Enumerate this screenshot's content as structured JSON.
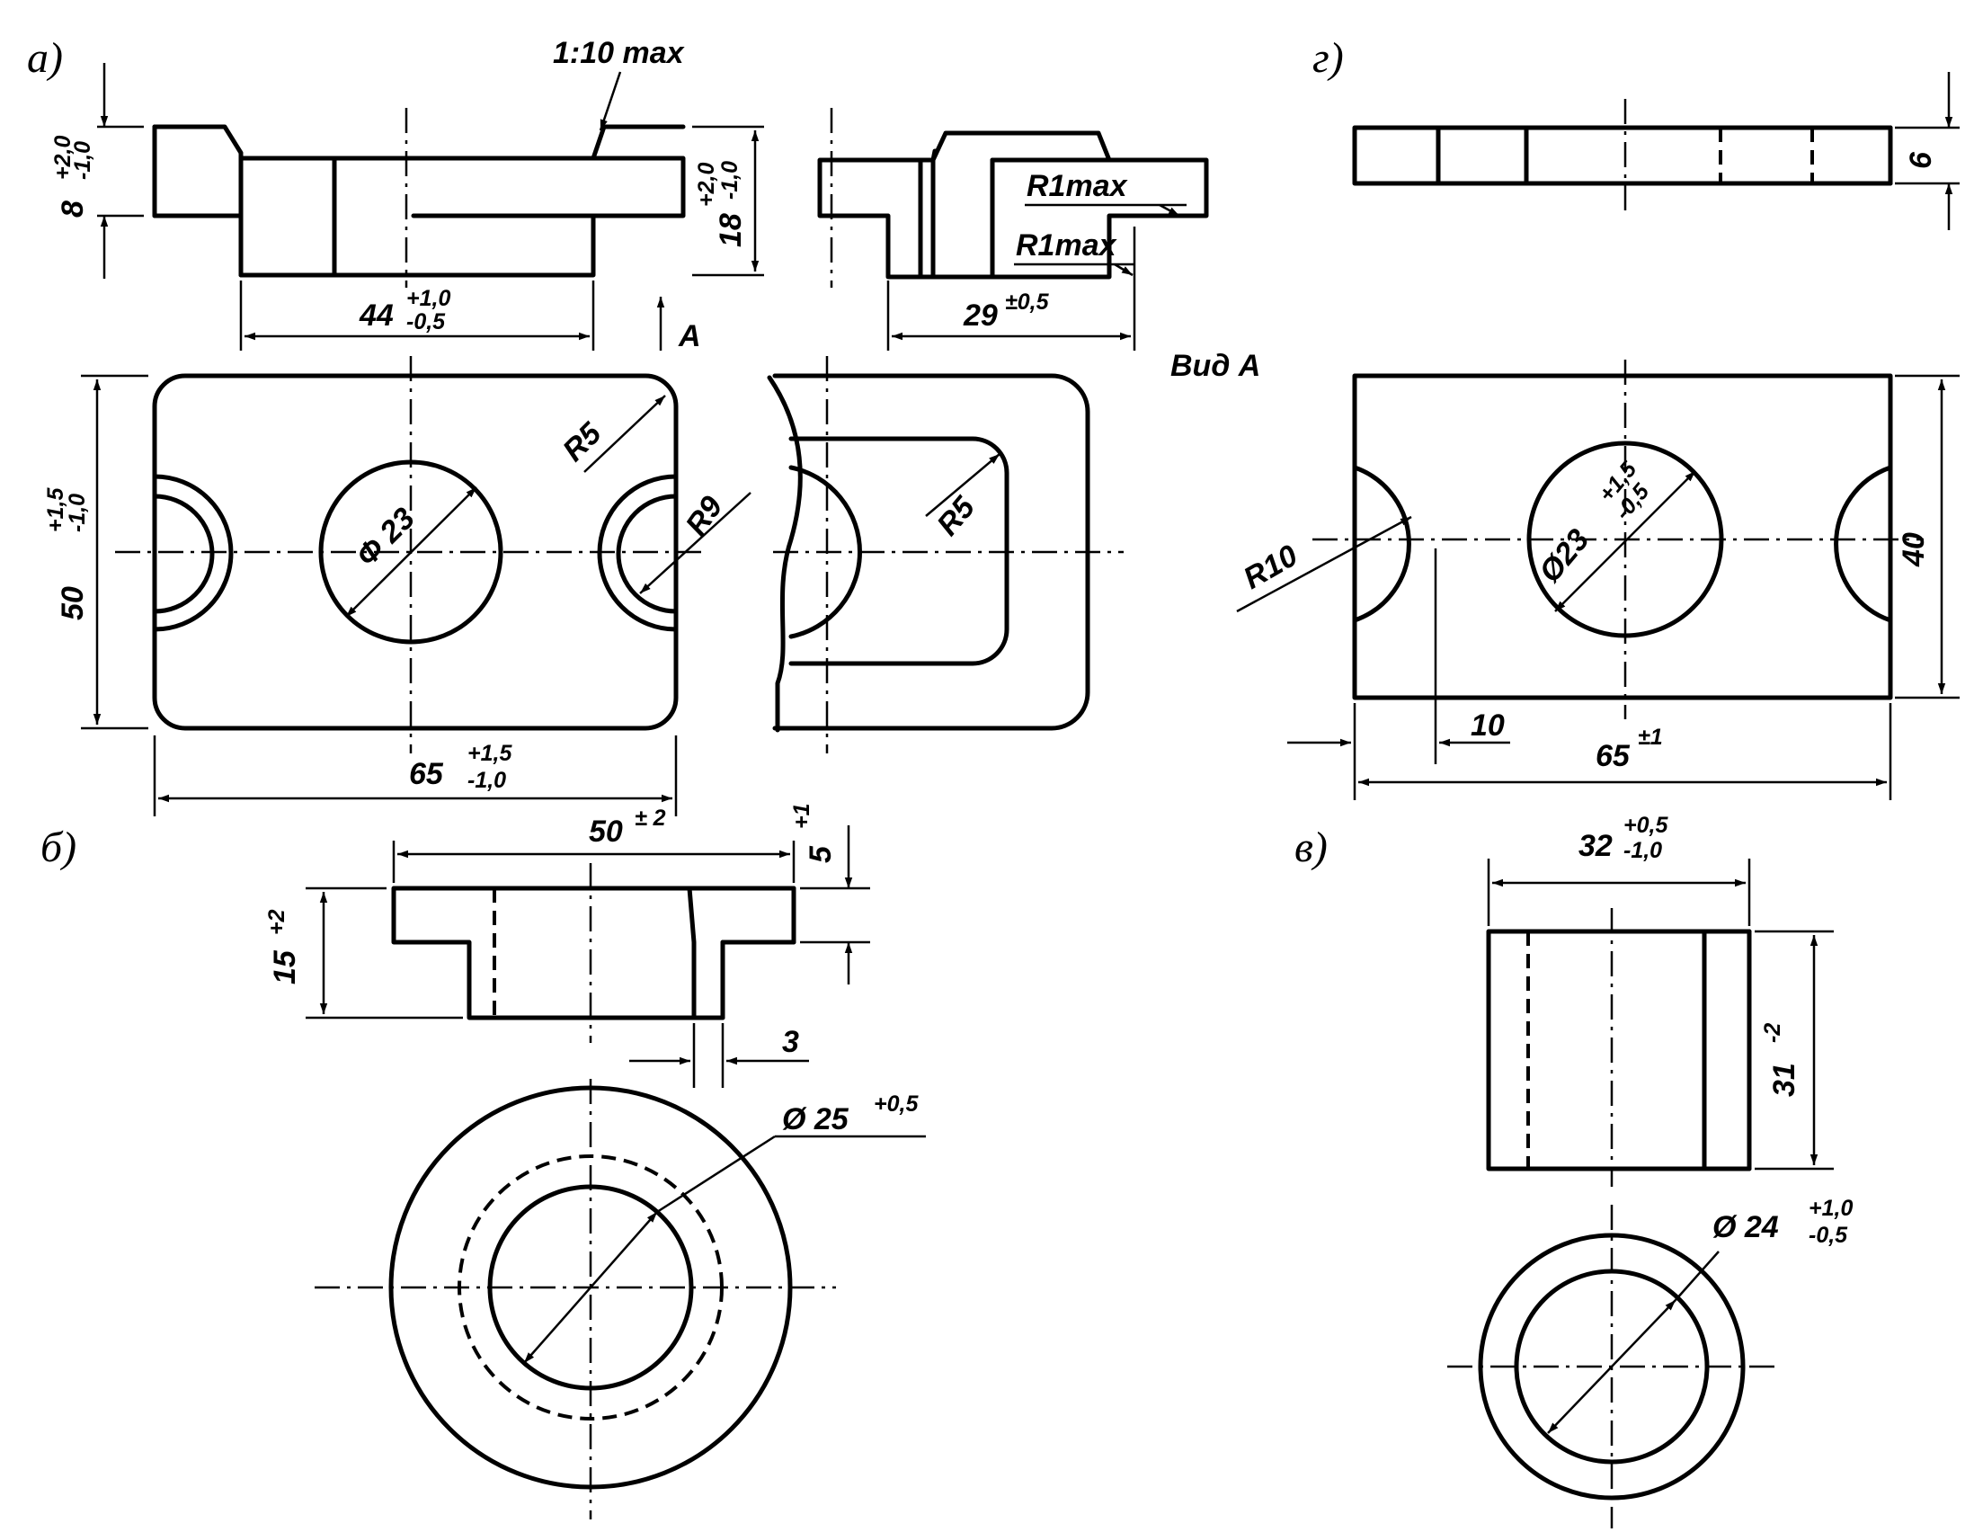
{
  "labels": {
    "a": "а)",
    "b": "б)",
    "v": "в)",
    "g": "г)",
    "view": "Вид A",
    "arrow_a": "A"
  },
  "part_a": {
    "taper": "1:10 max",
    "h_left_base": "8",
    "h_left_tol_up": "+2,0",
    "h_left_tol_dn": "-1,0",
    "h_right_base": "18",
    "h_right_tol_up": "+2,0",
    "h_right_tol_dn": "-1,0",
    "w_base": "44",
    "w_tol_up": "+1,0",
    "w_tol_dn": "-0,5",
    "fillet1": "R1max",
    "fillet2": "R1max",
    "w2_base": "29",
    "w2_tol": "±0,5",
    "r5_a": "R5",
    "r5_b": "R5",
    "r9": "R9",
    "d23": "Φ 23",
    "hgt_base": "50",
    "hgt_tol_up": "+1,5",
    "hgt_tol_dn": "-1,0",
    "len_base": "65",
    "len_tol_up": "+1,5",
    "len_tol_dn": "-1,0"
  },
  "part_b": {
    "w_base": "50",
    "w_tol": "± 2",
    "h_base": "15",
    "h_tol": "+2",
    "flange_base": "5",
    "flange_tol": "+1",
    "wall": "3",
    "dia_base": "Ø 25",
    "dia_tol": "+0,5"
  },
  "part_v": {
    "w_base": "32",
    "w_tol_up": "+0,5",
    "w_tol_dn": "-1,0",
    "h_base": "31",
    "h_tol": "-2",
    "dia_base": "Ø 24",
    "dia_tol_up": "+1,0",
    "dia_tol_dn": "-0,5"
  },
  "part_g": {
    "thk": "6",
    "r10": "R10",
    "dia_base": "Ø23",
    "dia_tol_up": "+1,5",
    "dia_tol_dn": "-0,5",
    "h": "40",
    "w10": "10",
    "len_base": "65",
    "len_tol": "±1"
  }
}
